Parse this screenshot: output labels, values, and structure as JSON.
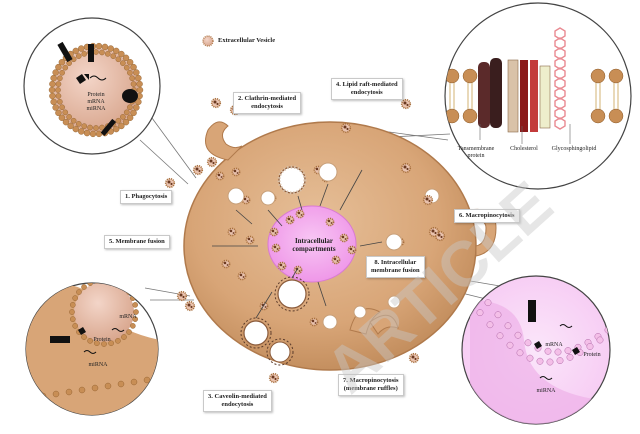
{
  "legend": {
    "extracellular_vesicle": "Extracellular Vesicle"
  },
  "labels": {
    "phagocytosis": "1. Phagocytosis",
    "clathrin_l1": "2. Clathrin-mediated",
    "clathrin_l2": "endocytosis",
    "caveolin_l1": "3. Caveolin-mediated",
    "caveolin_l2": "endocytosis",
    "lipid_raft_l1": "4. Lipid raft-mediated",
    "lipid_raft_l2": "endocytosis",
    "membrane_fusion": "5. Membrane fusion",
    "macropinocytosis": "6. Macropinocytosis",
    "macro_ruffles_l1": "7. Macropinocytosis",
    "macro_ruffles_l2": "(membrane ruffles)",
    "intracellular_fusion_l1": "8. Intracellular",
    "intracellular_fusion_l2": "membrane fusion",
    "intracellular_compartments_l1": "Intracellular",
    "intracellular_compartments_l2": "compartments"
  },
  "vesicle_inset": {
    "protein": "Protein",
    "mrna": "mRNA",
    "mirna": "miRNA"
  },
  "raft_inset": {
    "transmembrane_l1": "Tansmembrane",
    "transmembrane_l2": "protein",
    "cholesterol": "Cholesterol",
    "glycosphingolipid": "Glycosphingolipid"
  },
  "fusion_inset": {
    "mrna": "mRNA",
    "protein": "Protein",
    "mirna": "miRNA"
  },
  "intracell_inset": {
    "mrna": "mRNA",
    "protein": "Protein",
    "mirna": "miRNA"
  },
  "watermark": "ARTICLE",
  "colors": {
    "cell": "#d9a97c",
    "compartment": "#f2a2ec",
    "membrane_bead": "#c88e55",
    "raft_protein": "#5b2a2a",
    "glyco": "#e98a92"
  }
}
